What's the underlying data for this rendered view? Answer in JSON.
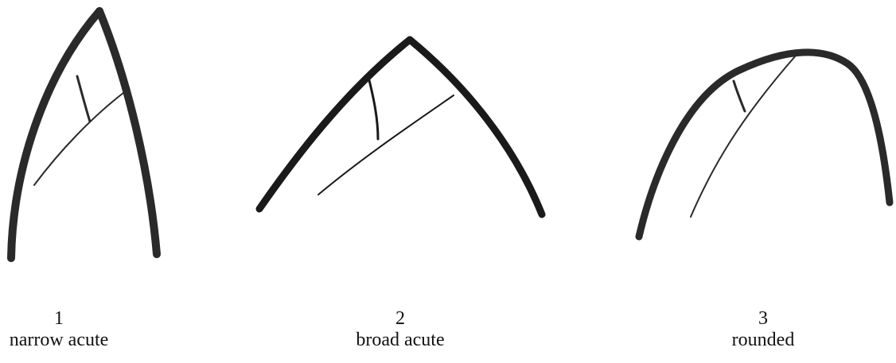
{
  "figures": [
    {
      "number": "1",
      "label": "narrow acute"
    },
    {
      "number": "2",
      "label": "broad acute"
    },
    {
      "number": "3",
      "label": "rounded"
    }
  ],
  "colors": {
    "stroke": "#2a2a2a",
    "text": "#111111",
    "background": "#ffffff"
  }
}
